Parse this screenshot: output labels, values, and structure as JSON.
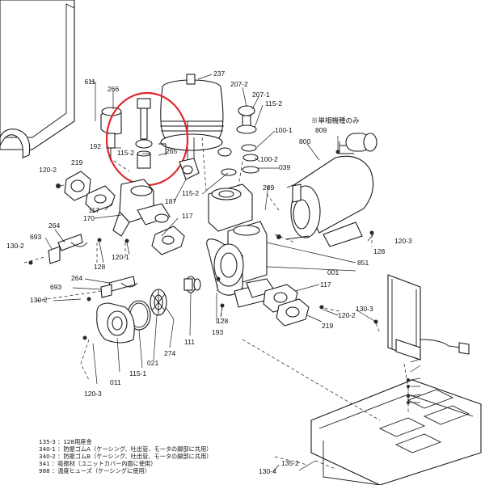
{
  "labels": {
    "l237": "237",
    "l611": "611",
    "l266": "266",
    "l2072": "207-2",
    "l2071": "207-1",
    "l1152a": "115-2",
    "l1001": "100-1",
    "l809": "809",
    "l192": "192",
    "l1152b": "115-2",
    "l265": "265",
    "l1002": "100-2",
    "l800": "800",
    "l039": "039",
    "l1202a": "120-2",
    "l219a": "219",
    "l1152c": "115-2",
    "l187": "187",
    "l289": "289",
    "l117a": "117",
    "l170": "170",
    "l117b": "117",
    "l264a": "264",
    "l693a": "693",
    "l1302a": "130-2",
    "l128a": "128",
    "l1201": "120-1",
    "l1203a": "120-3",
    "l128b": "128",
    "l851": "851",
    "l001": "001",
    "l264b": "264",
    "l693b": "693",
    "l1302b": "130-2",
    "l117c": "117",
    "l1202b": "120-2",
    "l1303": "130-3",
    "l219b": "219",
    "l193": "193",
    "l128c": "128",
    "l111": "111",
    "l274": "274",
    "l021": "021",
    "l1151": "115-1",
    "l011": "011",
    "l1203b": "120-3",
    "l1352": "135-2",
    "l1304": "130-4",
    "note": "※単相機種のみ"
  },
  "legend": [
    "135-3 ：128用座金",
    "340-1 ：防振ゴムA（ケーシング、吐出管、モータの脚部に共用）",
    "340-2 ：防振ゴムB（ケーシング、吐出管、モータの脚部に共用）",
    "341 ：吸振材（ユニットカバー内面に使用）",
    "988 ：温度ヒューズ（ケーシングに使用）"
  ]
}
